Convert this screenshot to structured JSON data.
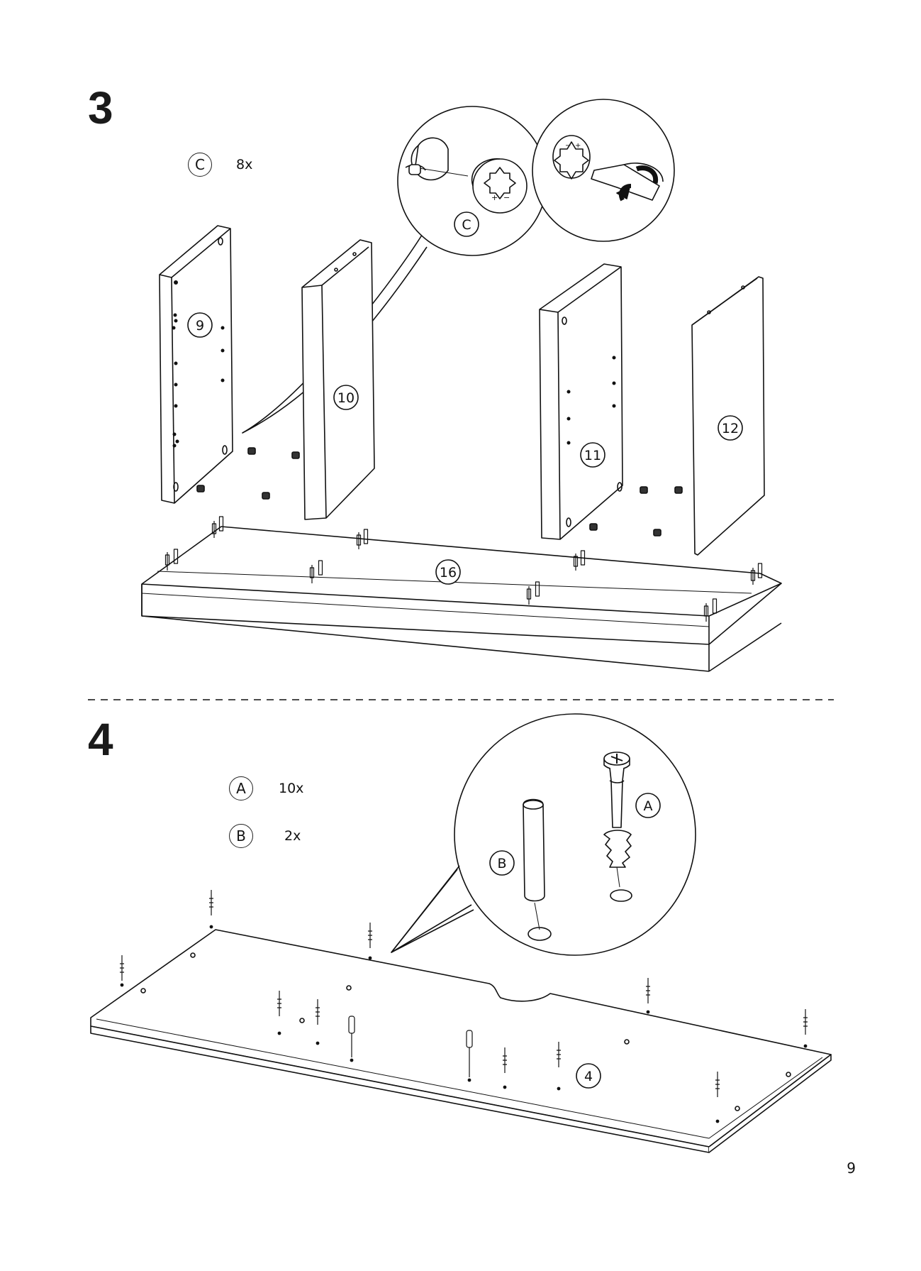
{
  "step3": {
    "number": "3",
    "part": {
      "letter": "C",
      "qty": "8x"
    },
    "detail_label": "C",
    "panel_labels": [
      "9",
      "10",
      "11",
      "12",
      "16"
    ]
  },
  "step4": {
    "number": "4",
    "parts": [
      {
        "letter": "A",
        "qty": "10x"
      },
      {
        "letter": "B",
        "qty": "2x"
      }
    ],
    "detail_labels": [
      "B",
      "A"
    ],
    "panel_label": "4"
  },
  "page_number": "9"
}
